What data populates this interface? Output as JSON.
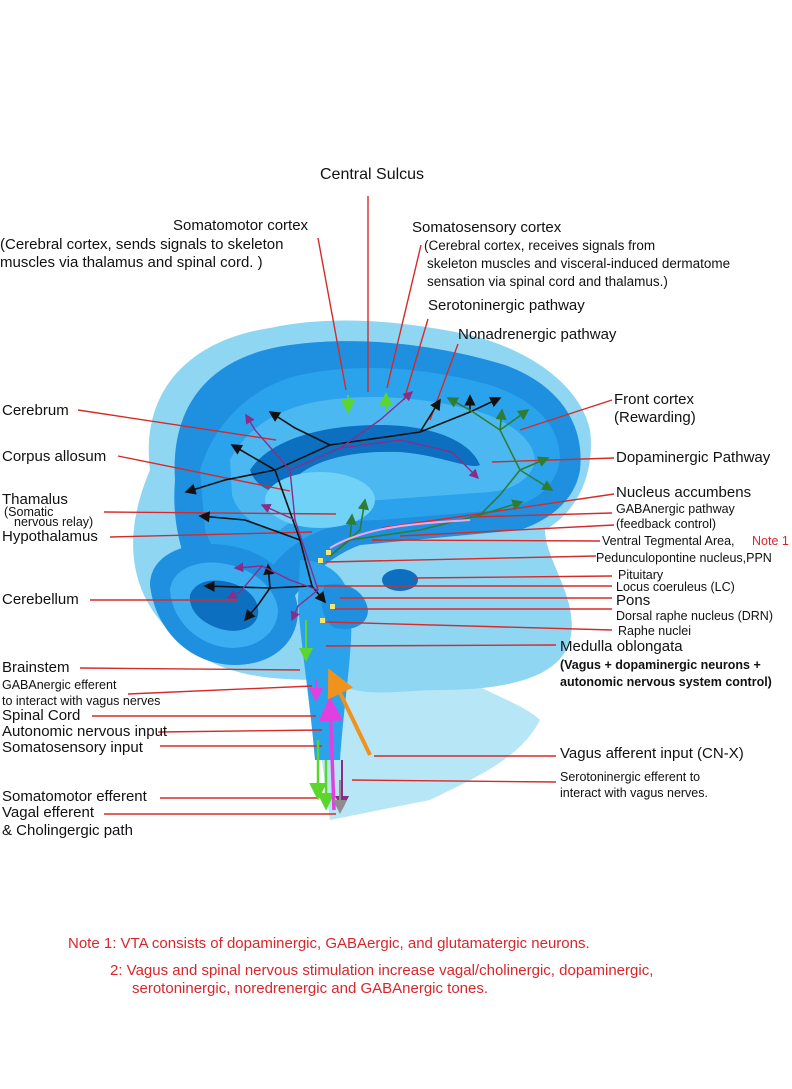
{
  "colors": {
    "leader_red": "#d62a2a",
    "brain_blue": "#1f8fe0",
    "brain_light": "#7fd6f5",
    "gray_matter": "#6bc9f2",
    "black_path": "#111111",
    "purple_path": "#8a2d8a",
    "green_path": "#2e7d32",
    "lime_arrow": "#5bd62a",
    "magenta_arrow": "#e23fe0",
    "orange_arrow": "#f0921e",
    "gray_arrow": "#8d8d8d",
    "note_red": "#d8262b"
  },
  "labels": {
    "central_sulcus": "Central Sulcus",
    "somatomotor_title": "Somatomotor cortex",
    "somatomotor_desc1": "(Cerebral cortex, sends signals to skeleton",
    "somatomotor_desc2": "muscles via thalamus and spinal cord. )",
    "somatosensory_title": "Somatosensory cortex",
    "somatosensory_desc1": "(Cerebral cortex, receives signals from",
    "somatosensory_desc2": "skeleton muscles and  visceral-induced dermatome",
    "somatosensory_desc3": "sensation via spinal cord and thalamus.)",
    "serotoninergic_pathway": "Serotoninergic pathway",
    "nonadrenergic_pathway": "Nonadrenergic pathway",
    "front_cortex": "Front cortex",
    "rewarding": "(Rewarding)",
    "dopaminergic_pathway": "Dopaminergic Pathway",
    "nucleus_accumbens": "Nucleus accumbens",
    "gabaergic_pathway": "GABAnergic pathway",
    "feedback_control": "(feedback control)",
    "vta": "Ventral Tegmental Area,",
    "note1_ref": "Note 1",
    "ppn": "Pedunculopontine nucleus,PPN",
    "pituitary": "Pituitary",
    "locus_coeruleus": "Locus coeruleus (LC)",
    "pons": "Pons",
    "drn": "Dorsal raphe nucleus (DRN)",
    "raphe_nuclei": "Raphe nuclei",
    "medulla": "Medulla oblongata",
    "medulla_desc1": "(Vagus + dopaminergic neurons +",
    "medulla_desc2": "autonomic nervous system control)",
    "vagus_afferent": "Vagus afferent input (CN-X)",
    "serotoninergic_efferent1": "Serotoninergic efferent to",
    "serotoninergic_efferent2": "interact with vagus nerves.",
    "cerebrum": "Cerebrum",
    "corpus_allosum": "Corpus allosum",
    "thalamus": "Thamalus",
    "somatic_relay1": "(Somatic",
    "somatic_relay2": "nervous relay)",
    "hypothalamus": "Hypothalamus",
    "cerebellum": "Cerebellum",
    "brainstem": "Brainstem",
    "gaba_efferent1": "GABAnergic efferent",
    "gaba_efferent2": "to interact with vagus nerves",
    "spinal_cord": "Spinal Cord",
    "autonomic_input": "Autonomic nervous input",
    "somatosensory_input": "Somatosensory input",
    "somatomotor_efferent": "Somatomotor efferent",
    "vagal_efferent": "Vagal efferent",
    "cholingergic_path": "& Cholingergic path"
  },
  "notes": {
    "note1": "Note 1:  VTA consists of dopaminergic, GABAergic, and glutamatergic neurons.",
    "note2_line1": "2:  Vagus and spinal nervous stimulation increase vagal/cholinergic, dopaminergic,",
    "note2_line2": "serotoninergic, noredrenergic and GABAnergic tones."
  }
}
